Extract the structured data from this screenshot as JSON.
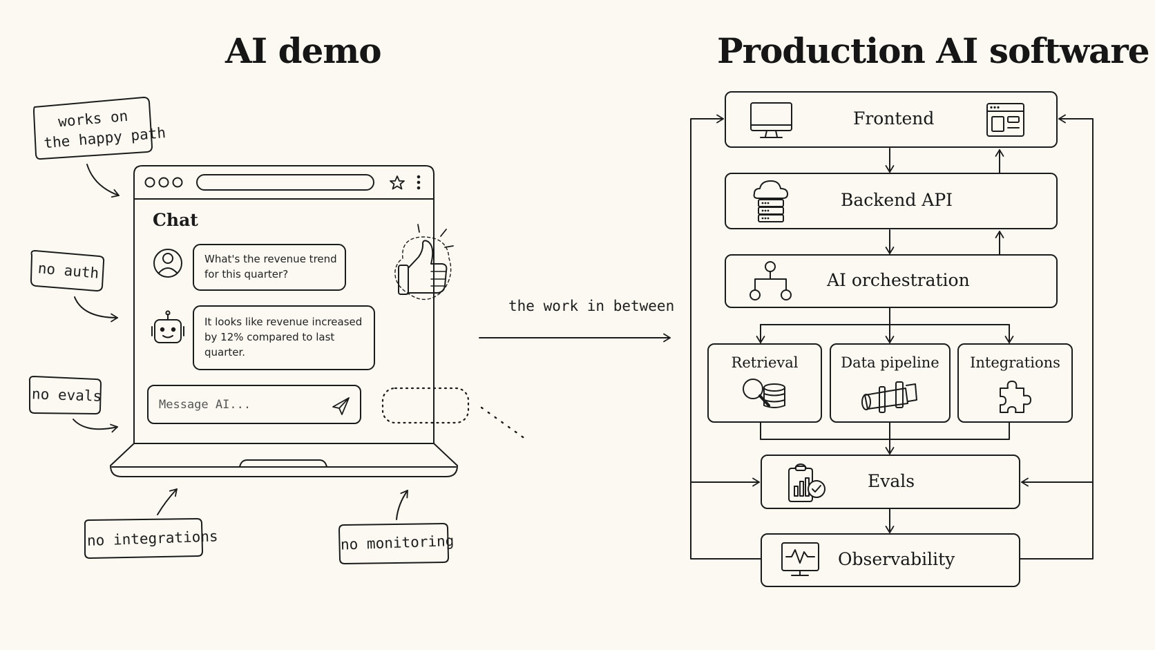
{
  "titles": {
    "demo": "AI demo",
    "production": "Production AI software"
  },
  "notes": {
    "happy_path_line1": "works on",
    "happy_path_line2": "the happy path",
    "no_auth": "no auth",
    "no_evals": "no evals",
    "no_integrations": "no integrations",
    "no_monitoring": "no monitoring"
  },
  "chat_window": {
    "heading": "Chat",
    "user_message_line1": "What's the revenue trend",
    "user_message_line2": "for this quarter?",
    "bot_message_line1": "It looks like revenue increased",
    "bot_message_line2": "by 12% compared to last",
    "bot_message_line3": "quarter.",
    "input_placeholder": "Message AI..."
  },
  "connector_label": "the work in between",
  "architecture": {
    "frontend": "Frontend",
    "backend_api": "Backend API",
    "ai_orchestration": "AI orchestration",
    "retrieval": "Retrieval",
    "data_pipeline": "Data pipeline",
    "integrations": "Integrations",
    "evals": "Evals",
    "observability": "Observability"
  },
  "colors": {
    "background": "#fbf9f1",
    "ink": "#1b1b1b"
  },
  "icons": [
    "browser-dots-icon",
    "star-icon",
    "kebab-menu-icon",
    "user-avatar-icon",
    "robot-icon",
    "send-icon",
    "thumbs-up-icon",
    "monitor-icon",
    "browser-window-icon",
    "cloud-server-icon",
    "hierarchy-icon",
    "magnifier-database-icon",
    "pipe-icon",
    "puzzle-icon",
    "clipboard-chart-icon",
    "waveform-monitor-icon"
  ]
}
